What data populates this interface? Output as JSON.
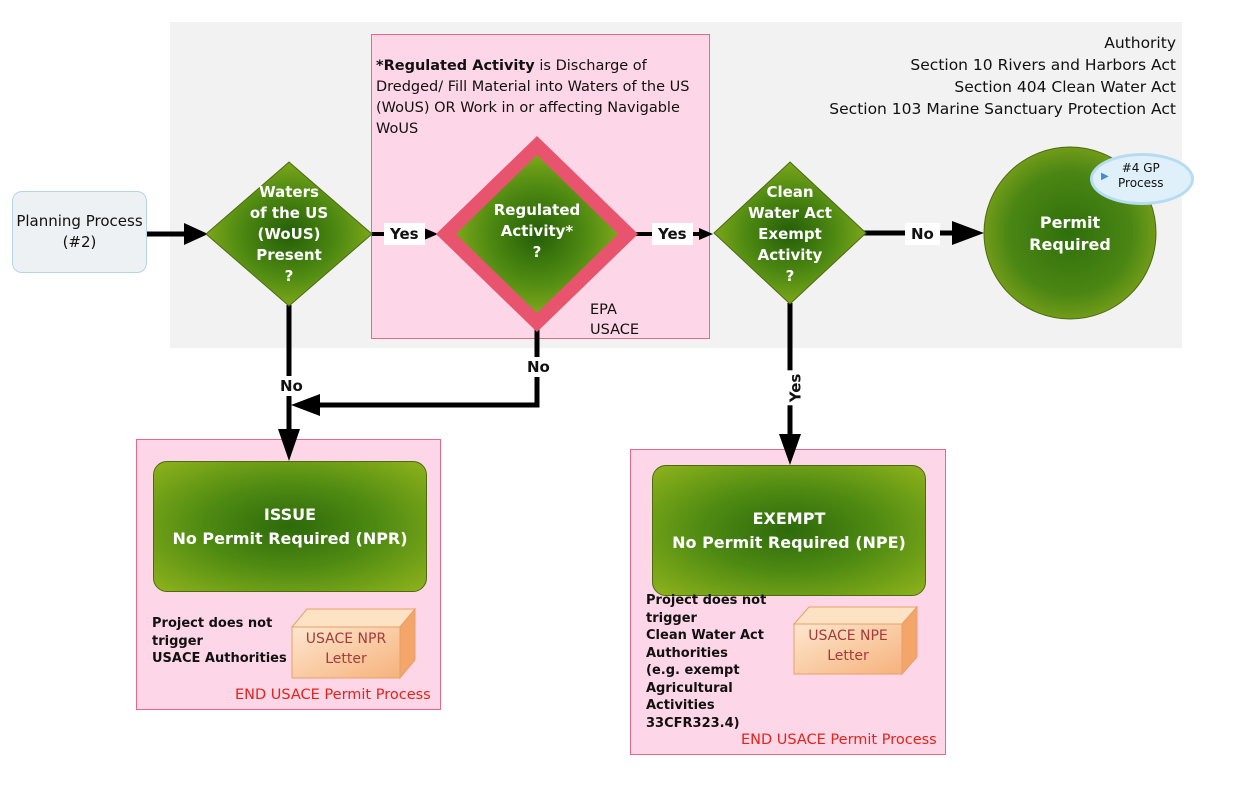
{
  "authority": {
    "heading": "Authority",
    "lines": [
      "Section 10 Rivers and Harbors Act",
      "Section 404 Clean Water Act",
      "Section 103 Marine Sanctuary Protection Act"
    ]
  },
  "note": {
    "bold": "*Regulated Activity",
    "rest": " is Discharge of Dredged/ Fill Material into Waters of the US (WoUS) OR Work in or affecting Navigable WoUS"
  },
  "planning": {
    "line1": "Planning Process",
    "line2": "(#2)"
  },
  "decision_wous": {
    "lines": [
      "Waters",
      "of the US",
      "(WoUS)",
      "Present",
      "?"
    ]
  },
  "decision_regulated": {
    "lines": [
      "Regulated",
      "Activity*",
      "?"
    ]
  },
  "decision_cwa": {
    "lines": [
      "Clean",
      "Water Act",
      "Exempt",
      "Activity",
      "?"
    ]
  },
  "permit": {
    "lines": [
      "Permit",
      "Required"
    ]
  },
  "gp_badge": {
    "line1": "#4 GP",
    "line2": "Process",
    "arrow": "▶"
  },
  "agencies": {
    "line1": "EPA",
    "line2": "USACE"
  },
  "labels": {
    "yes1": "Yes",
    "yes2": "Yes",
    "yes3": "Yes",
    "no1": "No",
    "no2": "No",
    "no3": "No"
  },
  "npr": {
    "title": "ISSUE",
    "subtitle": "No Permit Required (NPR)",
    "desc": [
      "Project does not",
      "trigger",
      "USACE Authorities"
    ],
    "letter": [
      "USACE NPR",
      "Letter"
    ],
    "end": "END USACE Permit Process"
  },
  "npe": {
    "title": "EXEMPT",
    "subtitle": "No Permit Required (NPE)",
    "desc": [
      "Project does not trigger",
      "Clean Water Act",
      "Authorities",
      "(e.g. exempt",
      "Agricultural",
      "Activities",
      "33CFR323.4)"
    ],
    "letter": [
      "USACE NPE",
      "Letter"
    ],
    "end": "END USACE Permit Process"
  },
  "colors": {
    "accent_green": "#3f7a0e",
    "pink_fill": "#fdd7e7",
    "pink_border": "#e36a8a",
    "end_red": "#e2231a"
  }
}
